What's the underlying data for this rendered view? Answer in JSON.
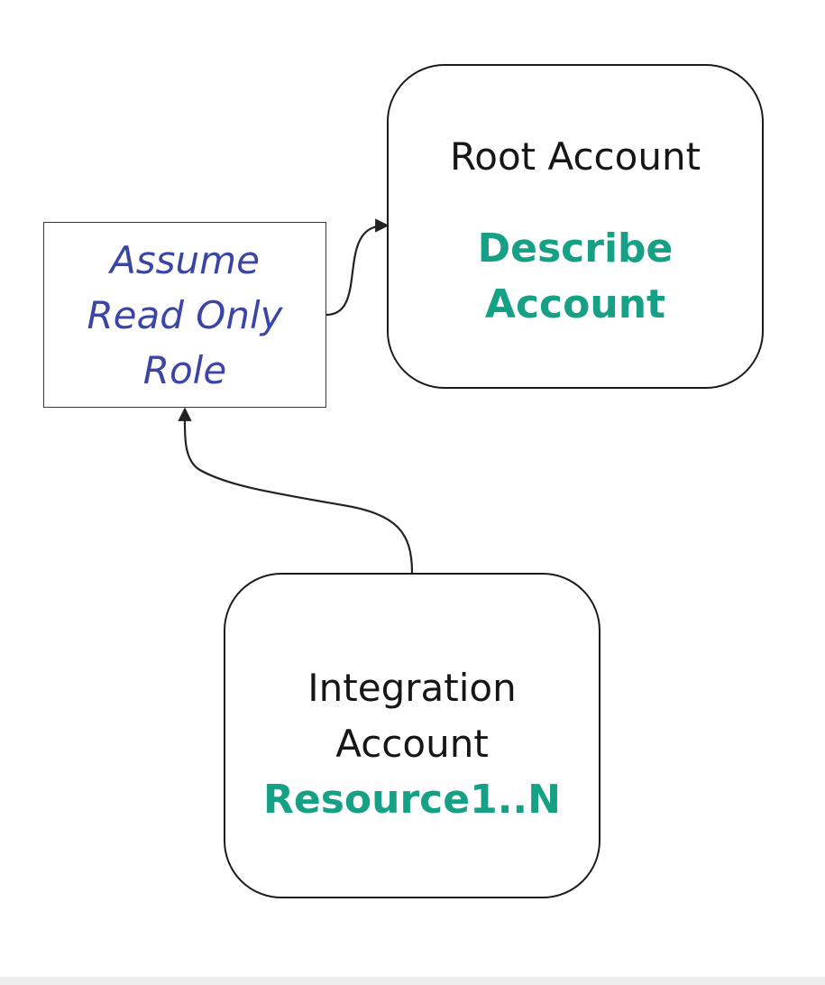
{
  "diagram": {
    "root_account": {
      "title": "Root Account",
      "action_lines": [
        "Describe",
        "Account"
      ]
    },
    "role": {
      "lines": [
        "Assume",
        "Read Only",
        "Role"
      ]
    },
    "integration_account": {
      "title_lines": [
        "Integration",
        "Account"
      ],
      "resource": "Resource1..N"
    }
  }
}
